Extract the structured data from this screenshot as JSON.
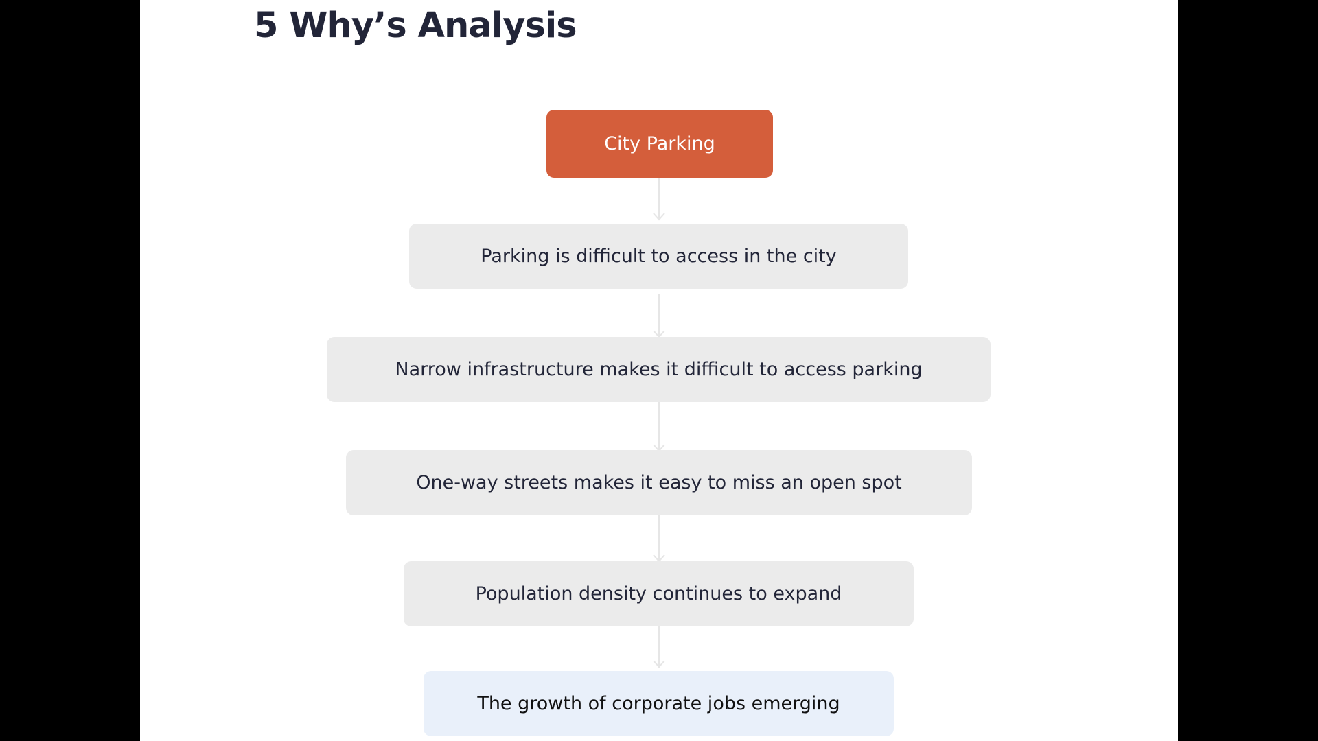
{
  "title": "5 Why’s Analysis",
  "nodes": [
    "City Parking",
    "Parking is difficult to access in the city",
    "Narrow infrastructure makes it difficult to access parking",
    "One-way streets makes it easy to miss an open spot",
    "Population density continues to expand",
    "The growth of corporate jobs emerging"
  ],
  "colors": {
    "root_fill": "#d45e3b",
    "step_fill": "#ebebeb",
    "final_fill": "#e9f0fa",
    "connector": "#e6e6e6",
    "text_dark": "#222538"
  }
}
